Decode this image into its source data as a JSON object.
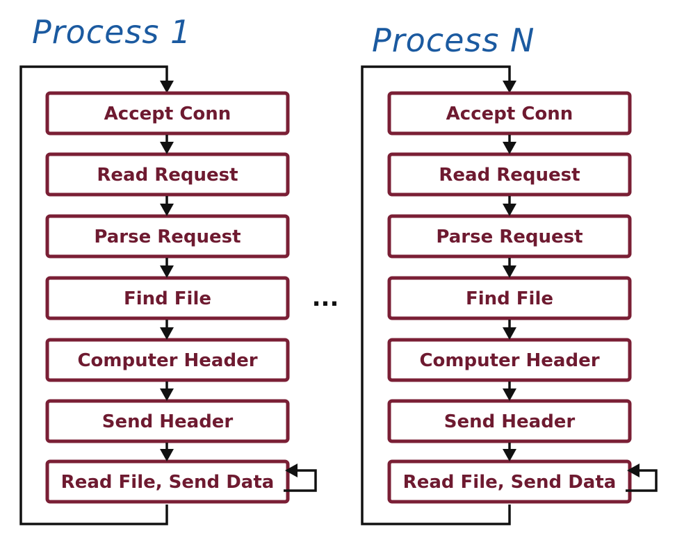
{
  "processes": [
    {
      "title": "Process 1",
      "steps": [
        "Accept Conn",
        "Read Request",
        "Parse Request",
        "Find File",
        "Computer Header",
        "Send Header",
        "Read File, Send Data"
      ]
    },
    {
      "title": "Process N",
      "steps": [
        "Accept Conn",
        "Read Request",
        "Parse Request",
        "Find File",
        "Computer Header",
        "Send Header",
        "Read File, Send Data"
      ]
    }
  ],
  "separator": "...",
  "colors": {
    "title": "#1b5aa0",
    "box_border": "#7a1f35",
    "box_text": "#6e1a30",
    "lines": "#111111"
  }
}
